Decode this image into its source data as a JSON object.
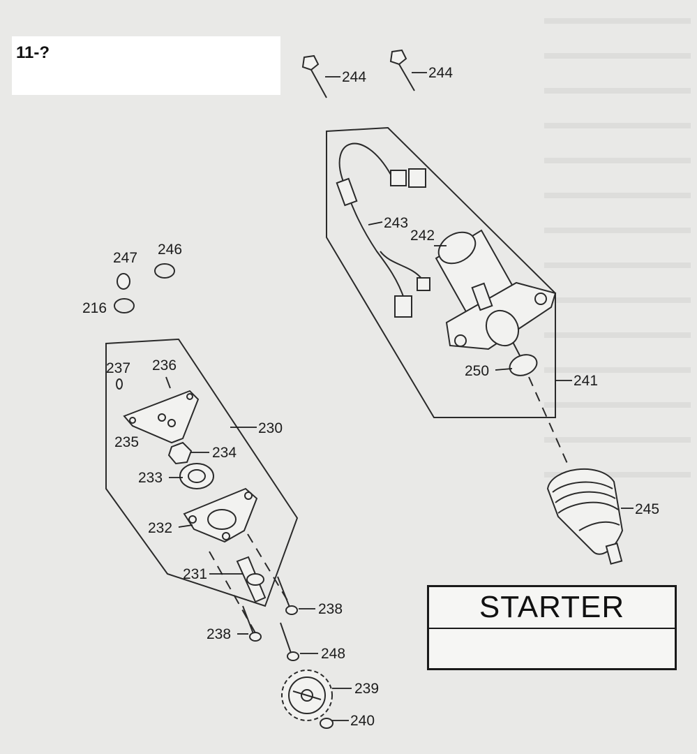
{
  "page_label": "11-?",
  "title_box": {
    "title": "STARTER",
    "subtitle": ""
  },
  "callouts": {
    "c244a": "244",
    "c244b": "244",
    "c243": "243",
    "c242": "242",
    "c250": "250",
    "c241": "241",
    "c245": "245",
    "c247": "247",
    "c246": "246",
    "c216": "216",
    "c237": "237",
    "c236": "236",
    "c230": "230",
    "c235": "235",
    "c234": "234",
    "c233": "233",
    "c232": "232",
    "c231": "231",
    "c238a": "238",
    "c238b": "238",
    "c248": "248",
    "c239": "239",
    "c240": "240"
  },
  "colors": {
    "paper": "#e9e9e7",
    "ink": "#2a2a2a"
  }
}
